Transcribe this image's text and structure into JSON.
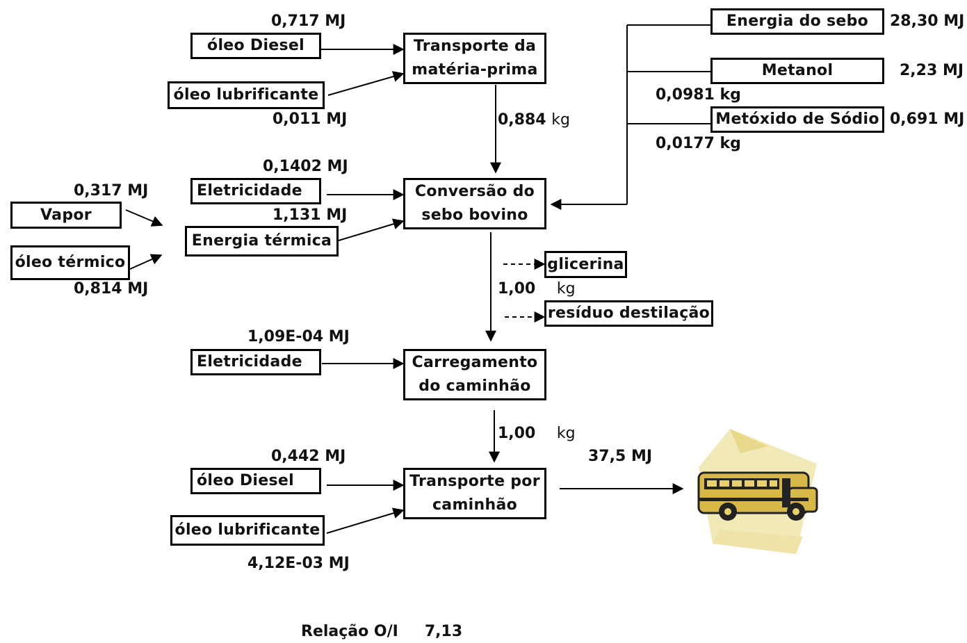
{
  "inputs": {
    "diesel_1": {
      "label": "óleo Diesel",
      "value": "0,717 MJ"
    },
    "lubricant_1": {
      "label": "óleo lubrificante",
      "value": "0,011 MJ"
    },
    "electricity_1": {
      "label": "Eletricidade",
      "value": "0,1402 MJ"
    },
    "thermal_energy": {
      "label": "Energia térmica",
      "value": "1,131 MJ"
    },
    "steam": {
      "label": "Vapor",
      "value": "0,317 MJ"
    },
    "thermal_oil": {
      "label": "óleo térmico",
      "value": "0,814 MJ"
    },
    "electricity_2": {
      "label": "Eletricidade",
      "value": "1,09E-04 MJ"
    },
    "diesel_2": {
      "label": "óleo Diesel",
      "value": "0,442 MJ"
    },
    "lubricant_2": {
      "label": "óleo lubrificante",
      "value": "4,12E-03 MJ"
    },
    "tallow_energy": {
      "label": "Energia do sebo",
      "value": "28,30 MJ"
    },
    "methanol": {
      "label": "Metanol",
      "value": "2,23 MJ",
      "mass": "0,0981 kg"
    },
    "sodium_methoxide": {
      "label": "Metóxido de Sódio",
      "value": "0,691 MJ",
      "mass": "0,0177 kg"
    }
  },
  "processes": {
    "raw_transport": "Transporte da\nmatéria-prima",
    "conversion": "Conversão do\nsebo bovino",
    "loading": "Carregamento\ndo caminhão",
    "truck_transport": "Transporte por\ncaminhão"
  },
  "flows": {
    "raw_to_conversion": {
      "value": "0,884",
      "unit": "kg"
    },
    "conversion_to_loading": {
      "value": "1,00",
      "unit": "kg"
    },
    "loading_to_transport": {
      "value": "1,00",
      "unit": "kg"
    },
    "output_energy": "37,5 MJ"
  },
  "byproducts": {
    "glycerin": "glicerina",
    "distillation_residue": "resíduo destilação"
  },
  "ratio": {
    "label": "Relação O/I",
    "value": "7,13"
  },
  "icons": {
    "output": "school-bus-icon"
  }
}
